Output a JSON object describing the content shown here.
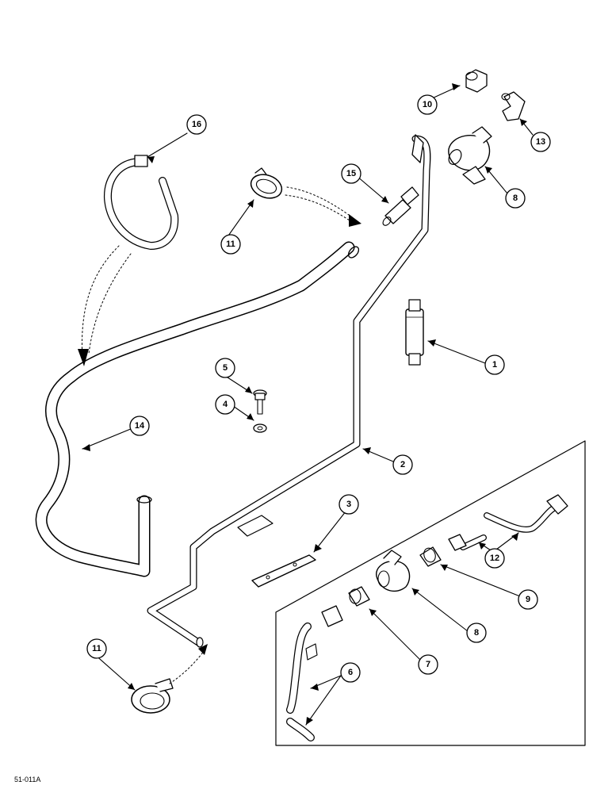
{
  "callouts": {
    "c1": "1",
    "c2": "2",
    "c3": "3",
    "c4": "4",
    "c5": "5",
    "c6": "6",
    "c7": "7",
    "c8a": "8",
    "c8b": "8",
    "c9": "9",
    "c10": "10",
    "c11a": "11",
    "c11b": "11",
    "c12": "12",
    "c13": "13",
    "c14": "14",
    "c15": "15",
    "c16": "16"
  },
  "figure_code": "51-011A"
}
